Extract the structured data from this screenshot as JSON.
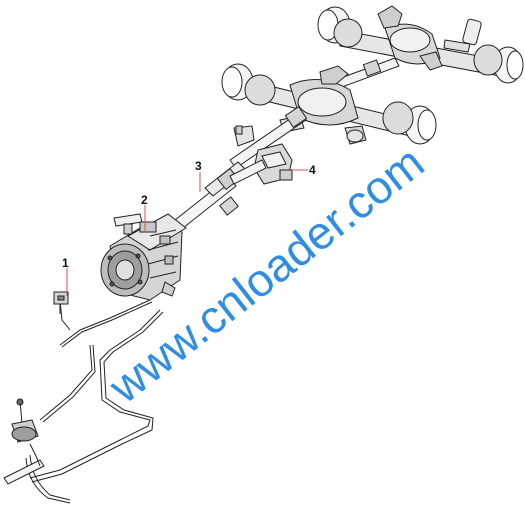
{
  "diagram": {
    "callouts": [
      {
        "id": "1",
        "label": "1"
      },
      {
        "id": "2",
        "label": "2"
      },
      {
        "id": "3",
        "label": "3"
      },
      {
        "id": "4",
        "label": "4"
      }
    ]
  },
  "watermark": {
    "text": "www.cnloader.com",
    "color": "#2f8de4"
  },
  "colors": {
    "line": "#222222",
    "leader": "#d9534f",
    "shade": "#d7d7d7",
    "dark": "#555555"
  }
}
